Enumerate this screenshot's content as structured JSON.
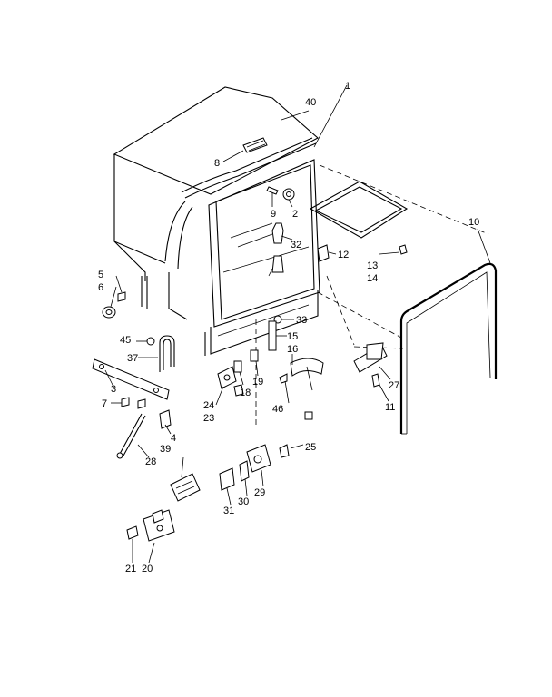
{
  "callouts": {
    "c1": "1",
    "c2": "2",
    "c3": "3",
    "c4": "4",
    "c5": "5",
    "c6": "6",
    "c7": "7",
    "c8": "8",
    "c9": "9",
    "c10": "10",
    "c11": "11",
    "c12": "12",
    "c13": "13",
    "c14": "14",
    "c15": "15",
    "c16": "16",
    "c18": "18",
    "c19": "19",
    "c20": "20",
    "c21": "21",
    "c23": "23",
    "c24": "24",
    "c25": "25",
    "c27": "27",
    "c28": "28",
    "c29": "29",
    "c30": "30",
    "c31": "31",
    "c32": "32",
    "c33": "33",
    "c37": "37",
    "c39": "39",
    "c40": "40",
    "c45": "45",
    "c46": "46"
  }
}
